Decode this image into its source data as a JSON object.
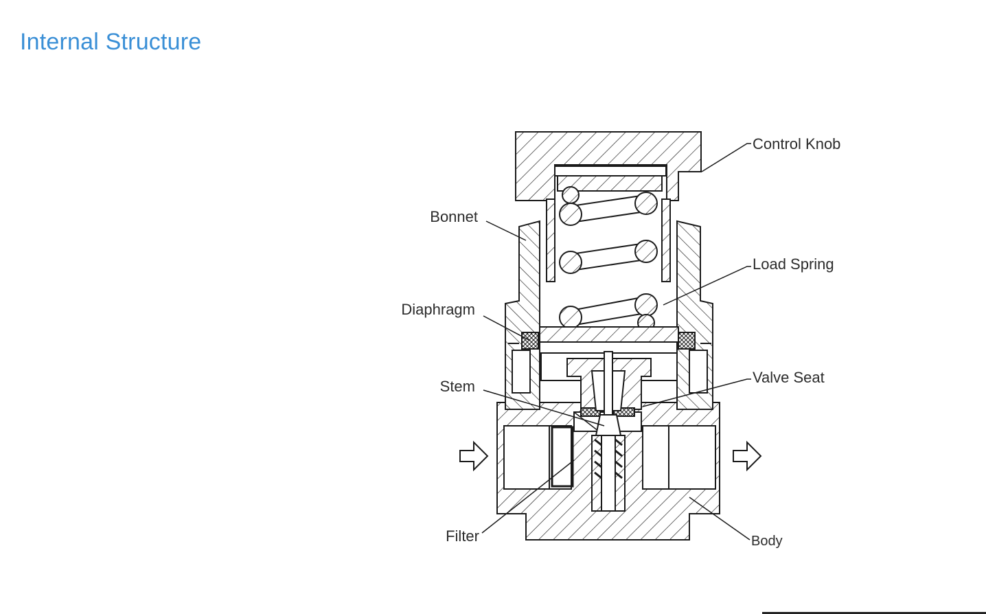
{
  "page": {
    "title": "Internal Structure",
    "title_color": "#3a8fd6",
    "line_color": "#1a1a1a"
  },
  "diagram": {
    "labels": {
      "control_knob": "Control Knob",
      "bonnet": "Bonnet",
      "load_spring": "Load Spring",
      "diaphragm": "Diaphragm",
      "valve_seat": "Valve Seat",
      "stem": "Stem",
      "filter": "Filter",
      "body": "Body"
    },
    "arrows": {
      "inlet": "arrow-right-icon",
      "outlet": "arrow-right-icon"
    }
  }
}
